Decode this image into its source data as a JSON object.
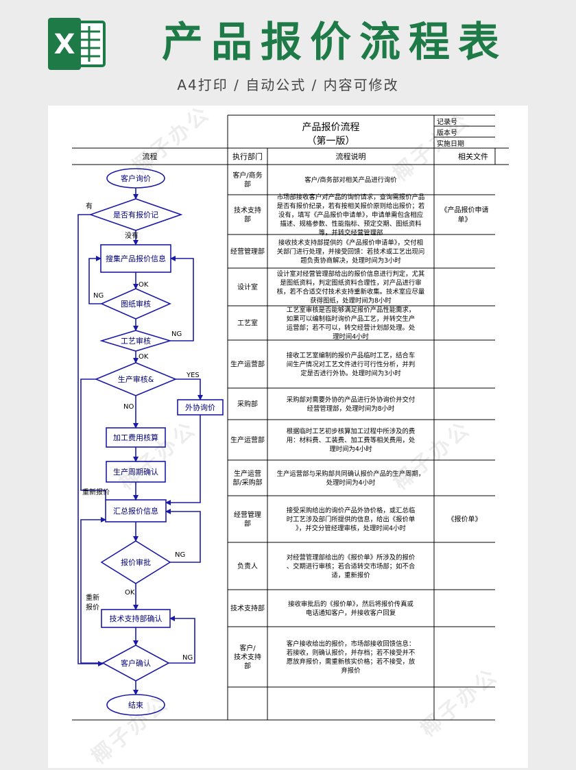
{
  "header": {
    "title": "产品报价流程表",
    "subtitle": "A4打印 / 自动公式 / 内容可修改",
    "logo_letter": "X"
  },
  "colors": {
    "brand_green": "#1e7b47",
    "flow_blue": "#1a1aa6"
  },
  "sheet": {
    "title_line1": "产品报价流程",
    "title_line2": "（第一版）",
    "meta": [
      "记录号",
      "版本号",
      "实施日期"
    ],
    "columns": [
      "流程",
      "执行部门",
      "流程说明",
      "相关文件"
    ],
    "rows": [
      {
        "dept": [
          "客户/商务",
          "部"
        ],
        "desc": [
          "客户/商务部对相关产品进行询价"
        ],
        "file": []
      },
      {
        "dept": [
          "技术支持",
          "部"
        ],
        "desc": [
          "市场部接收客户对产品的询价请求，查询需报价产品",
          "是否有报价纪录，若有按相关报价原则给出报价；若",
          "没有，填写《产品报价申请单》，申请单需包含相应",
          "描述、规格参数、性能指标、预定交期、图纸资料",
          "等，并转交经营管理部"
        ],
        "file": [
          "《产品报价申请",
          "单》"
        ]
      },
      {
        "dept": [
          "经营管理部"
        ],
        "desc": [
          "接收技术支持部提供的《产品报价申请单》，交付相",
          "关部门进行处理，并接受回馈：若技术或工艺出现问",
          "题负责协商解决，处理时间为3小时"
        ],
        "file": []
      },
      {
        "dept": [
          "设计室"
        ],
        "desc": [
          "设计室对经营管理部给出的报价信息进行判定，尤其",
          "是图纸资料，判定图纸资料合理性，对产品进行审",
          "核，若不合适交付技术支持重新收集。技术室应尽量",
          "获得图纸，处理时间为8小时"
        ],
        "file": []
      },
      {
        "dept": [
          "工艺室"
        ],
        "desc": [
          "工艺室审核是否能够满足报价产品性能需求，",
          "如果可以编制临时询价产品工艺，并转交生产",
          "运营部；若不可以，转交经营计划部处理。处",
          "理时间4小时"
        ],
        "file": []
      },
      {
        "dept": [
          "生产运营部"
        ],
        "desc": [
          "接收工艺室编制的报价产品临时工艺，结合车",
          "间生产情况对工艺文件进行可行性分析，并判",
          "定是否进行外协。处理时间为3小时"
        ],
        "file": []
      },
      {
        "dept": [
          "采购部"
        ],
        "desc": [
          "采购部对需要外协的产品进行外协询价并交付",
          "经营管理部，处理时间为8小时"
        ],
        "file": []
      },
      {
        "dept": [
          "生产运营部"
        ],
        "desc": [
          "根据临时工艺初步核算加工过程中所涉及的费",
          "用：材料费、工装费、加工费等相关费用，处",
          "理时间为4小时"
        ],
        "file": []
      },
      {
        "dept": [
          "生产运营",
          "部/采购部"
        ],
        "desc": [
          "生产运营部与采购部共同确认报价产品的生产周期，",
          "处理时间为4小时"
        ],
        "file": []
      },
      {
        "dept": [
          "经营管理",
          "部"
        ],
        "desc": [
          "接受采购给出的询价产品外协价格，或汇总临",
          "时工艺涉及部门所提供的信息，给出《报价单",
          "》，并交分管经理审核，处理时间4小时"
        ],
        "file": [
          "《报价单》"
        ]
      },
      {
        "dept": [
          "负责人"
        ],
        "desc": [
          "对经营管理部给出的《报价单》所涉及的报价",
          "、交期进行审核；若合适转交市场部；如不合",
          "适，重新报价"
        ],
        "file": []
      },
      {
        "dept": [
          "技术支持部"
        ],
        "desc": [
          "接收审批后的《报价单》，然后将报价传真或",
          "电话通知客户，并接收客户回复"
        ],
        "file": []
      },
      {
        "dept": [
          "客户/",
          "技术支持",
          "部"
        ],
        "desc": [
          "客户接收给出的报价，市场部接收回馈信息：",
          "若接收，则确认报价，并存档；若不接受并不",
          "愿放弃报价，需重新核实价格；若不接受，放",
          "弃报价"
        ],
        "file": []
      }
    ]
  },
  "flow": {
    "nodes": {
      "start": "客户询价",
      "d_record": "是否有报价记",
      "collect": "搜集产品报价信息",
      "d_drawing": "图纸审核",
      "d_process": "工艺审核",
      "d_production": "生产审核&",
      "outsource": "外协询价",
      "cost": "加工费用核算",
      "cycle": "生产周期确认",
      "summary": "汇总报价信息",
      "d_approve": "报价审批",
      "tech": "技术支持部确认",
      "d_customer": "客户确认",
      "end": "结束"
    },
    "labels": {
      "has": "有",
      "none": "没有",
      "ok1": "OK",
      "ng1": "NG",
      "ng2": "NG",
      "ok2": "OK",
      "yes": "YES",
      "no": "NO",
      "requote1": "重新报价",
      "ng3": "NG",
      "ok3": "OK",
      "requote2a": "重新",
      "requote2b": "报价",
      "ng4": "NG"
    }
  },
  "watermark": "椰子办公"
}
